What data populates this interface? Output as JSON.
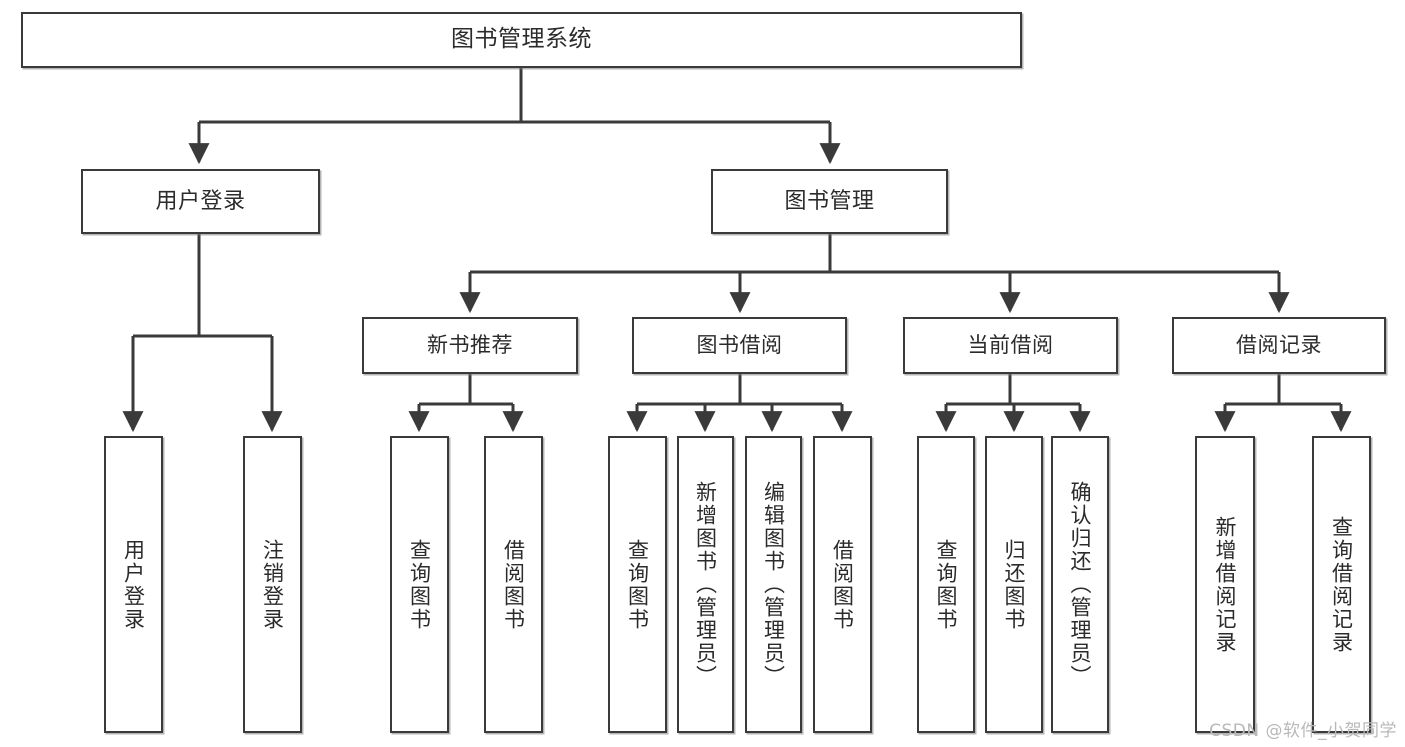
{
  "diagram": {
    "title": "图书管理系统",
    "watermark": "CSDN @软件_小贺同学",
    "line_color": "#3a3a3a",
    "box_border_color": "#3a3a3a",
    "box_fill_color": "#ffffff",
    "text_color": "#2b2b2b",
    "watermark_color": "#b9b9b9",
    "type": "tree",
    "levels": 4
  },
  "nodes": {
    "root": {
      "label": "图书管理系统"
    },
    "level2": [
      {
        "id": "user-login",
        "label": "用户登录"
      },
      {
        "id": "book-management",
        "label": "图书管理"
      }
    ],
    "level3": [
      {
        "id": "new-book-recommend",
        "label": "新书推荐",
        "parent": "book-management"
      },
      {
        "id": "book-borrow",
        "label": "图书借阅",
        "parent": "book-management"
      },
      {
        "id": "current-borrow",
        "label": "当前借阅",
        "parent": "book-management"
      },
      {
        "id": "borrow-record",
        "label": "借阅记录",
        "parent": "book-management"
      }
    ],
    "leaves": [
      {
        "id": "leaf-user-login",
        "label": "用户登录",
        "parent": "user-login"
      },
      {
        "id": "leaf-user-logout",
        "label": "注销登录",
        "parent": "user-login"
      },
      {
        "id": "leaf-query-book-1",
        "label": "查询图书",
        "parent": "new-book-recommend"
      },
      {
        "id": "leaf-borrow-book-1",
        "label": "借阅图书",
        "parent": "new-book-recommend"
      },
      {
        "id": "leaf-query-book-2",
        "label": "查询图书",
        "parent": "book-borrow"
      },
      {
        "id": "leaf-add-book",
        "label": "新增图书（管理员）",
        "parent": "book-borrow"
      },
      {
        "id": "leaf-edit-book",
        "label": "编辑图书（管理员）",
        "parent": "book-borrow"
      },
      {
        "id": "leaf-borrow-book-2",
        "label": "借阅图书",
        "parent": "book-borrow"
      },
      {
        "id": "leaf-query-book-3",
        "label": "查询图书",
        "parent": "current-borrow"
      },
      {
        "id": "leaf-return-book",
        "label": "归还图书",
        "parent": "current-borrow"
      },
      {
        "id": "leaf-confirm-return",
        "label": "确认归还（管理员）",
        "parent": "current-borrow"
      },
      {
        "id": "leaf-add-record",
        "label": "新增借阅记录",
        "parent": "borrow-record"
      },
      {
        "id": "leaf-query-record",
        "label": "查询借阅记录",
        "parent": "borrow-record"
      }
    ]
  }
}
